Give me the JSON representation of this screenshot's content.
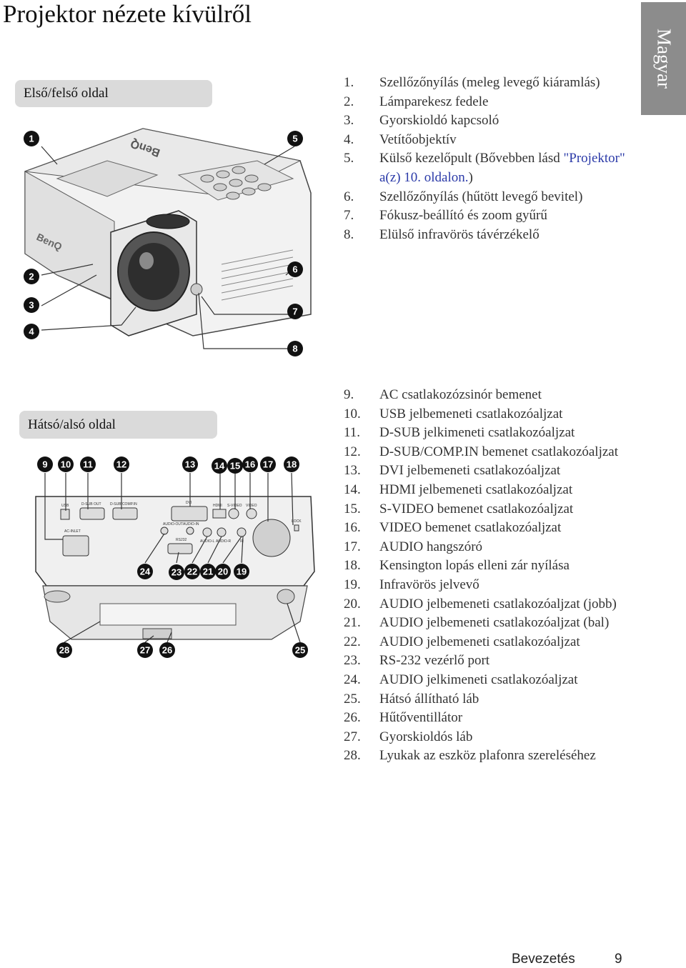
{
  "page_title": "Projektor nézete kívülről",
  "language_tab": "Magyar",
  "front": {
    "heading": "Első/felső oldal",
    "items": [
      {
        "num": "1.",
        "text": "Szellőzőnyílás (meleg levegő kiáramlás)"
      },
      {
        "num": "2.",
        "text": "Lámparekesz fedele"
      },
      {
        "num": "3.",
        "text": "Gyorskioldó kapcsoló"
      },
      {
        "num": "4.",
        "text": "Vetítőobjektív"
      },
      {
        "num": "5.",
        "text_before": "Külső kezelőpult (Bővebben lásd ",
        "link": "\"Projektor\" a(z) 10. oldalon.",
        "text_after": ")"
      },
      {
        "num": "6.",
        "text": "Szellőzőnyílás (hűtött levegő bevitel)"
      },
      {
        "num": "7.",
        "text": "Fókusz-beállító és zoom gyűrű"
      },
      {
        "num": "8.",
        "text": "Elülső infravörös távérzékelő"
      }
    ],
    "callouts": [
      "1",
      "2",
      "3",
      "4",
      "5",
      "6",
      "7",
      "8"
    ],
    "brand_logo": "BenQ"
  },
  "rear": {
    "heading": "Hátsó/alsó oldal",
    "items": [
      {
        "num": "9.",
        "text": "AC csatlakozózsinór bemenet"
      },
      {
        "num": "10.",
        "text": "USB jelbemeneti csatlakozóaljzat"
      },
      {
        "num": "11.",
        "text": "D-SUB jelkimeneti csatlakozóaljzat"
      },
      {
        "num": "12.",
        "text": "D-SUB/COMP.IN bemenet csatlakozóaljzat"
      },
      {
        "num": "13.",
        "text": "DVI jelbemeneti csatlakozóaljzat"
      },
      {
        "num": "14.",
        "text": "HDMI jelbemeneti csatlakozóaljzat"
      },
      {
        "num": "15.",
        "text": "S-VIDEO bemenet csatlakozóaljzat"
      },
      {
        "num": "16.",
        "text": "VIDEO bemenet csatlakozóaljzat"
      },
      {
        "num": "17.",
        "text": "AUDIO hangszóró"
      },
      {
        "num": "18.",
        "text": "Kensington lopás elleni zár nyílása"
      },
      {
        "num": "19.",
        "text": "Infravörös jelvevő"
      },
      {
        "num": "20.",
        "text": "AUDIO jelbemeneti csatlakozóaljzat (jobb)"
      },
      {
        "num": "21.",
        "text": "AUDIO jelbemeneti csatlakozóaljzat (bal)"
      },
      {
        "num": "22.",
        "text": "AUDIO jelbemeneti csatlakozóaljzat"
      },
      {
        "num": "23.",
        "text": "RS-232 vezérlő port"
      },
      {
        "num": "24.",
        "text": "AUDIO jelkimeneti csatlakozóaljzat"
      },
      {
        "num": "25.",
        "text": "Hátsó állítható láb"
      },
      {
        "num": "26.",
        "text": "Hűtőventillátor"
      },
      {
        "num": "27.",
        "text": "Gyorskioldós láb"
      },
      {
        "num": "28.",
        "text": "Lyukak az eszköz plafonra szereléséhez"
      }
    ],
    "port_labels": {
      "usb": "USB",
      "dsub_out": "D-SUB OUT",
      "dsub_comp_in": "D-SUB/COMP.IN",
      "dvi": "DVI",
      "hdmi": "HDMI",
      "svideo": "S-VIDEO",
      "video": "VIDEO",
      "ac_inlet": "AC-INLET",
      "audio_out": "AUDIO-OUT",
      "audio_in": "AUDIO-IN",
      "rs232": "RS232",
      "audio_l": "AUDIO-L",
      "audio_r": "AUDIO-R",
      "ir": "IR",
      "lock": "LOCK"
    }
  },
  "footer": {
    "section": "Bevezetés",
    "page": "9"
  }
}
